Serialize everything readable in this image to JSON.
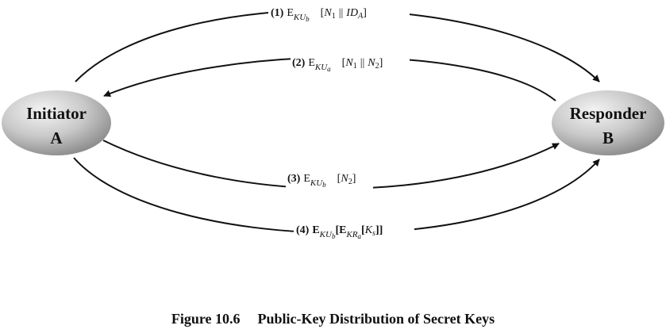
{
  "nodes": {
    "initiator": {
      "line1": "Initiator",
      "line2": "A"
    },
    "responder": {
      "line1": "Responder",
      "line2": "B"
    }
  },
  "messages": {
    "m1": {
      "num": "(1)",
      "op": "E",
      "key": "KU",
      "key_sub": "b",
      "open": "[",
      "n": "N",
      "n_sub": "1",
      "concat": "||",
      "id": "ID",
      "id_sub": "A",
      "close": "]"
    },
    "m2": {
      "num": "(2)",
      "op": "E",
      "key": "KU",
      "key_sub": "a",
      "open": "[",
      "n": "N",
      "n_sub": "1",
      "concat": "||",
      "n2": "N",
      "n2_sub": "2",
      "close": "]"
    },
    "m3": {
      "num": "(3)",
      "op": "E",
      "key": "KU",
      "key_sub": "b",
      "open": "[",
      "n": "N",
      "n_sub": "2",
      "close": "]"
    },
    "m4": {
      "num": "(4)",
      "op": "E",
      "key": "KU",
      "key_sub": "b",
      "open": "[",
      "op2": "E",
      "key2": "KR",
      "key2_sub": "a",
      "open2": "[",
      "k": "K",
      "k_sub": "s",
      "close": "]]"
    }
  },
  "caption": {
    "number": "Figure 10.6",
    "title": "Public-Key Distribution of Secret Keys"
  }
}
